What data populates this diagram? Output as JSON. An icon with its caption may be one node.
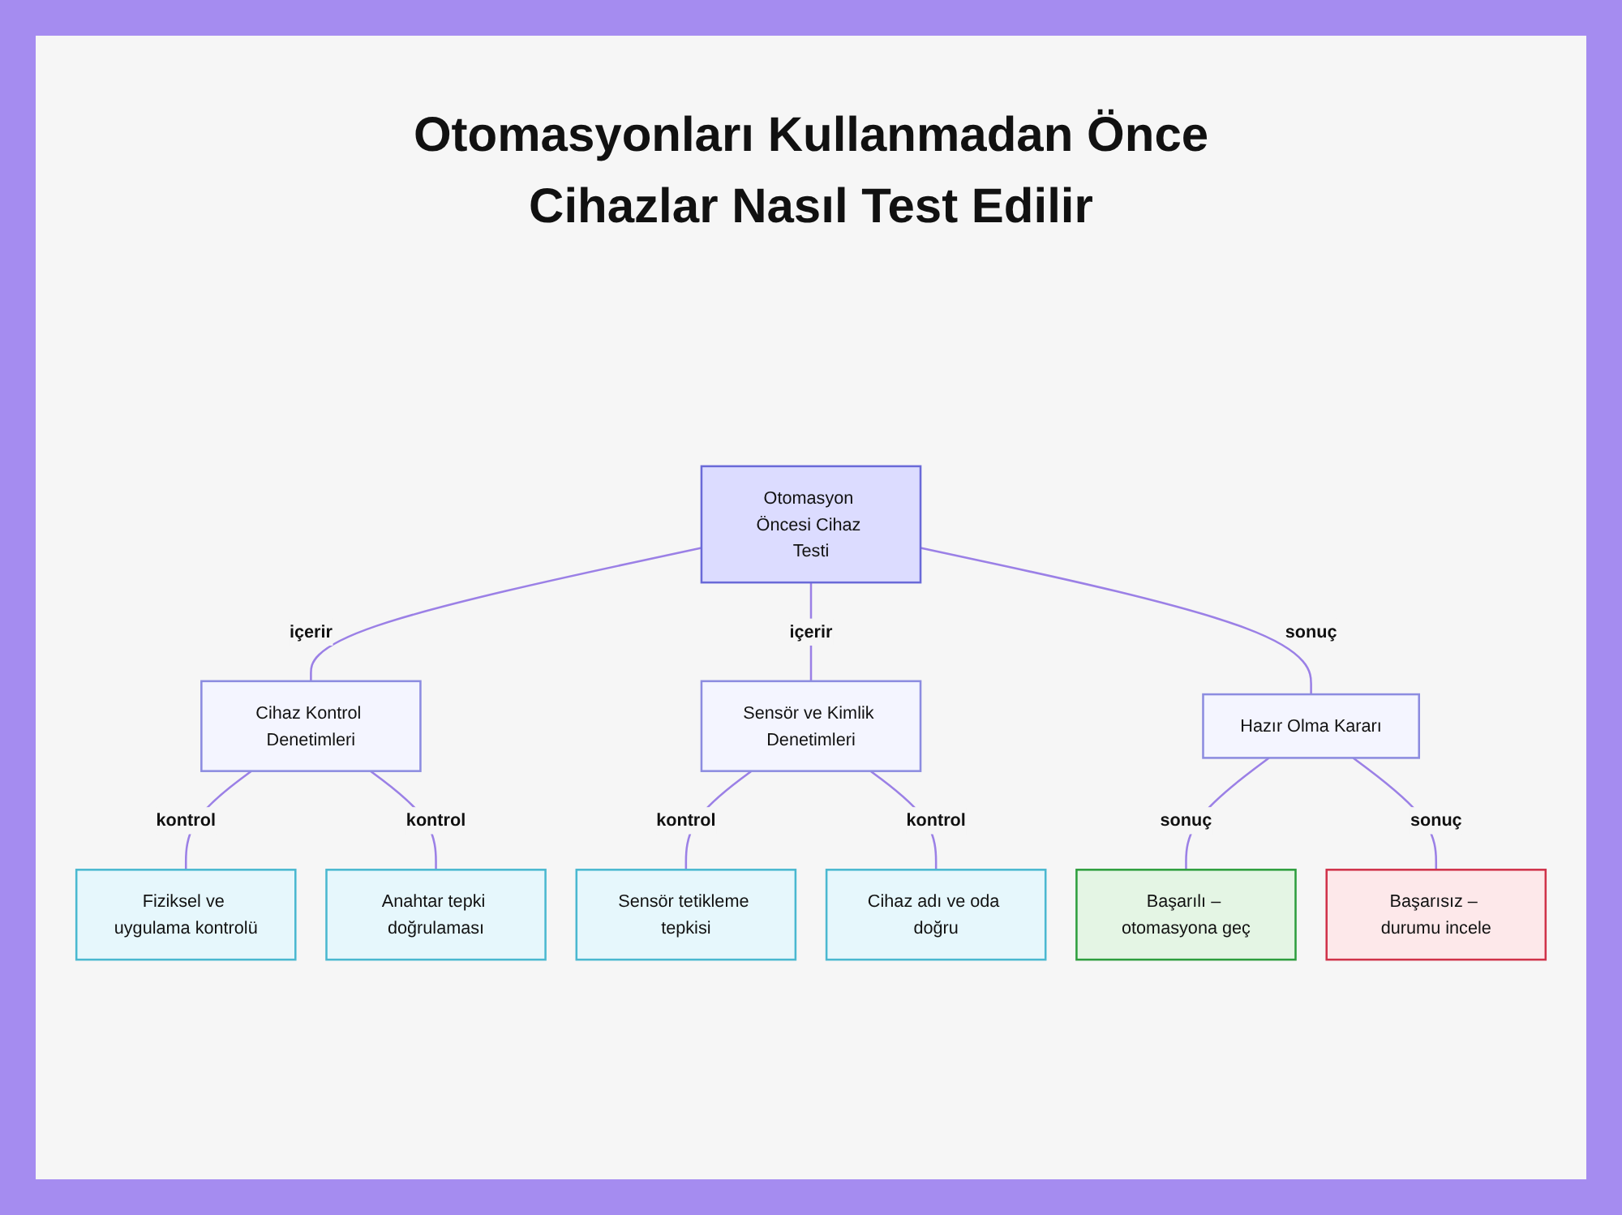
{
  "diagram": {
    "title": "Otomasyonları Kullanmadan Önce Cihazlar Nasıl Test Edilir",
    "nodes": [
      {
        "text": [
          "Otomasyon Öncesi Cihaz Testi"
        ]
      },
      {
        "text": [
          "Cihaz Kontrol Denetimleri"
        ]
      },
      {
        "text": [
          "Sensör ve Kimlik Denetimleri"
        ]
      },
      {
        "text": [
          "Hazır Olma Kararı"
        ]
      },
      {
        "text": [
          "Fiziksel ve uygulama kontrolü"
        ]
      },
      {
        "text": [
          "Anahtar tepki doğrulaması"
        ]
      },
      {
        "text": [
          "Sensör tetikleme tepkisi"
        ]
      },
      {
        "text": [
          "Cihaz adı ve oda doğru"
        ]
      },
      {
        "text": [
          "Başarılı – otomasyona geç"
        ]
      },
      {
        "text": [
          "Başarısız – durumu incele"
        ]
      }
    ],
    "edges": [
      {
        "from": 0,
        "to": 1,
        "arrow": "none",
        "label": "içerir"
      },
      {
        "from": 0,
        "to": 2,
        "arrow": "none",
        "label": "içerir"
      },
      {
        "from": 0,
        "to": 3,
        "arrow": "none",
        "label": "sonuç"
      },
      {
        "from": 1,
        "to": 4,
        "arrow": "none",
        "label": "kontrol"
      },
      {
        "from": 1,
        "to": 5,
        "arrow": "none",
        "label": "kontrol"
      },
      {
        "from": 2,
        "to": 6,
        "arrow": "none",
        "label": "kontrol"
      },
      {
        "from": 2,
        "to": 7,
        "arrow": "none",
        "label": "kontrol"
      },
      {
        "from": 3,
        "to": 8,
        "arrow": "none",
        "label": "sonuç"
      },
      {
        "from": 3,
        "to": 9,
        "arrow": "none",
        "label": "sonuç"
      }
    ]
  }
}
